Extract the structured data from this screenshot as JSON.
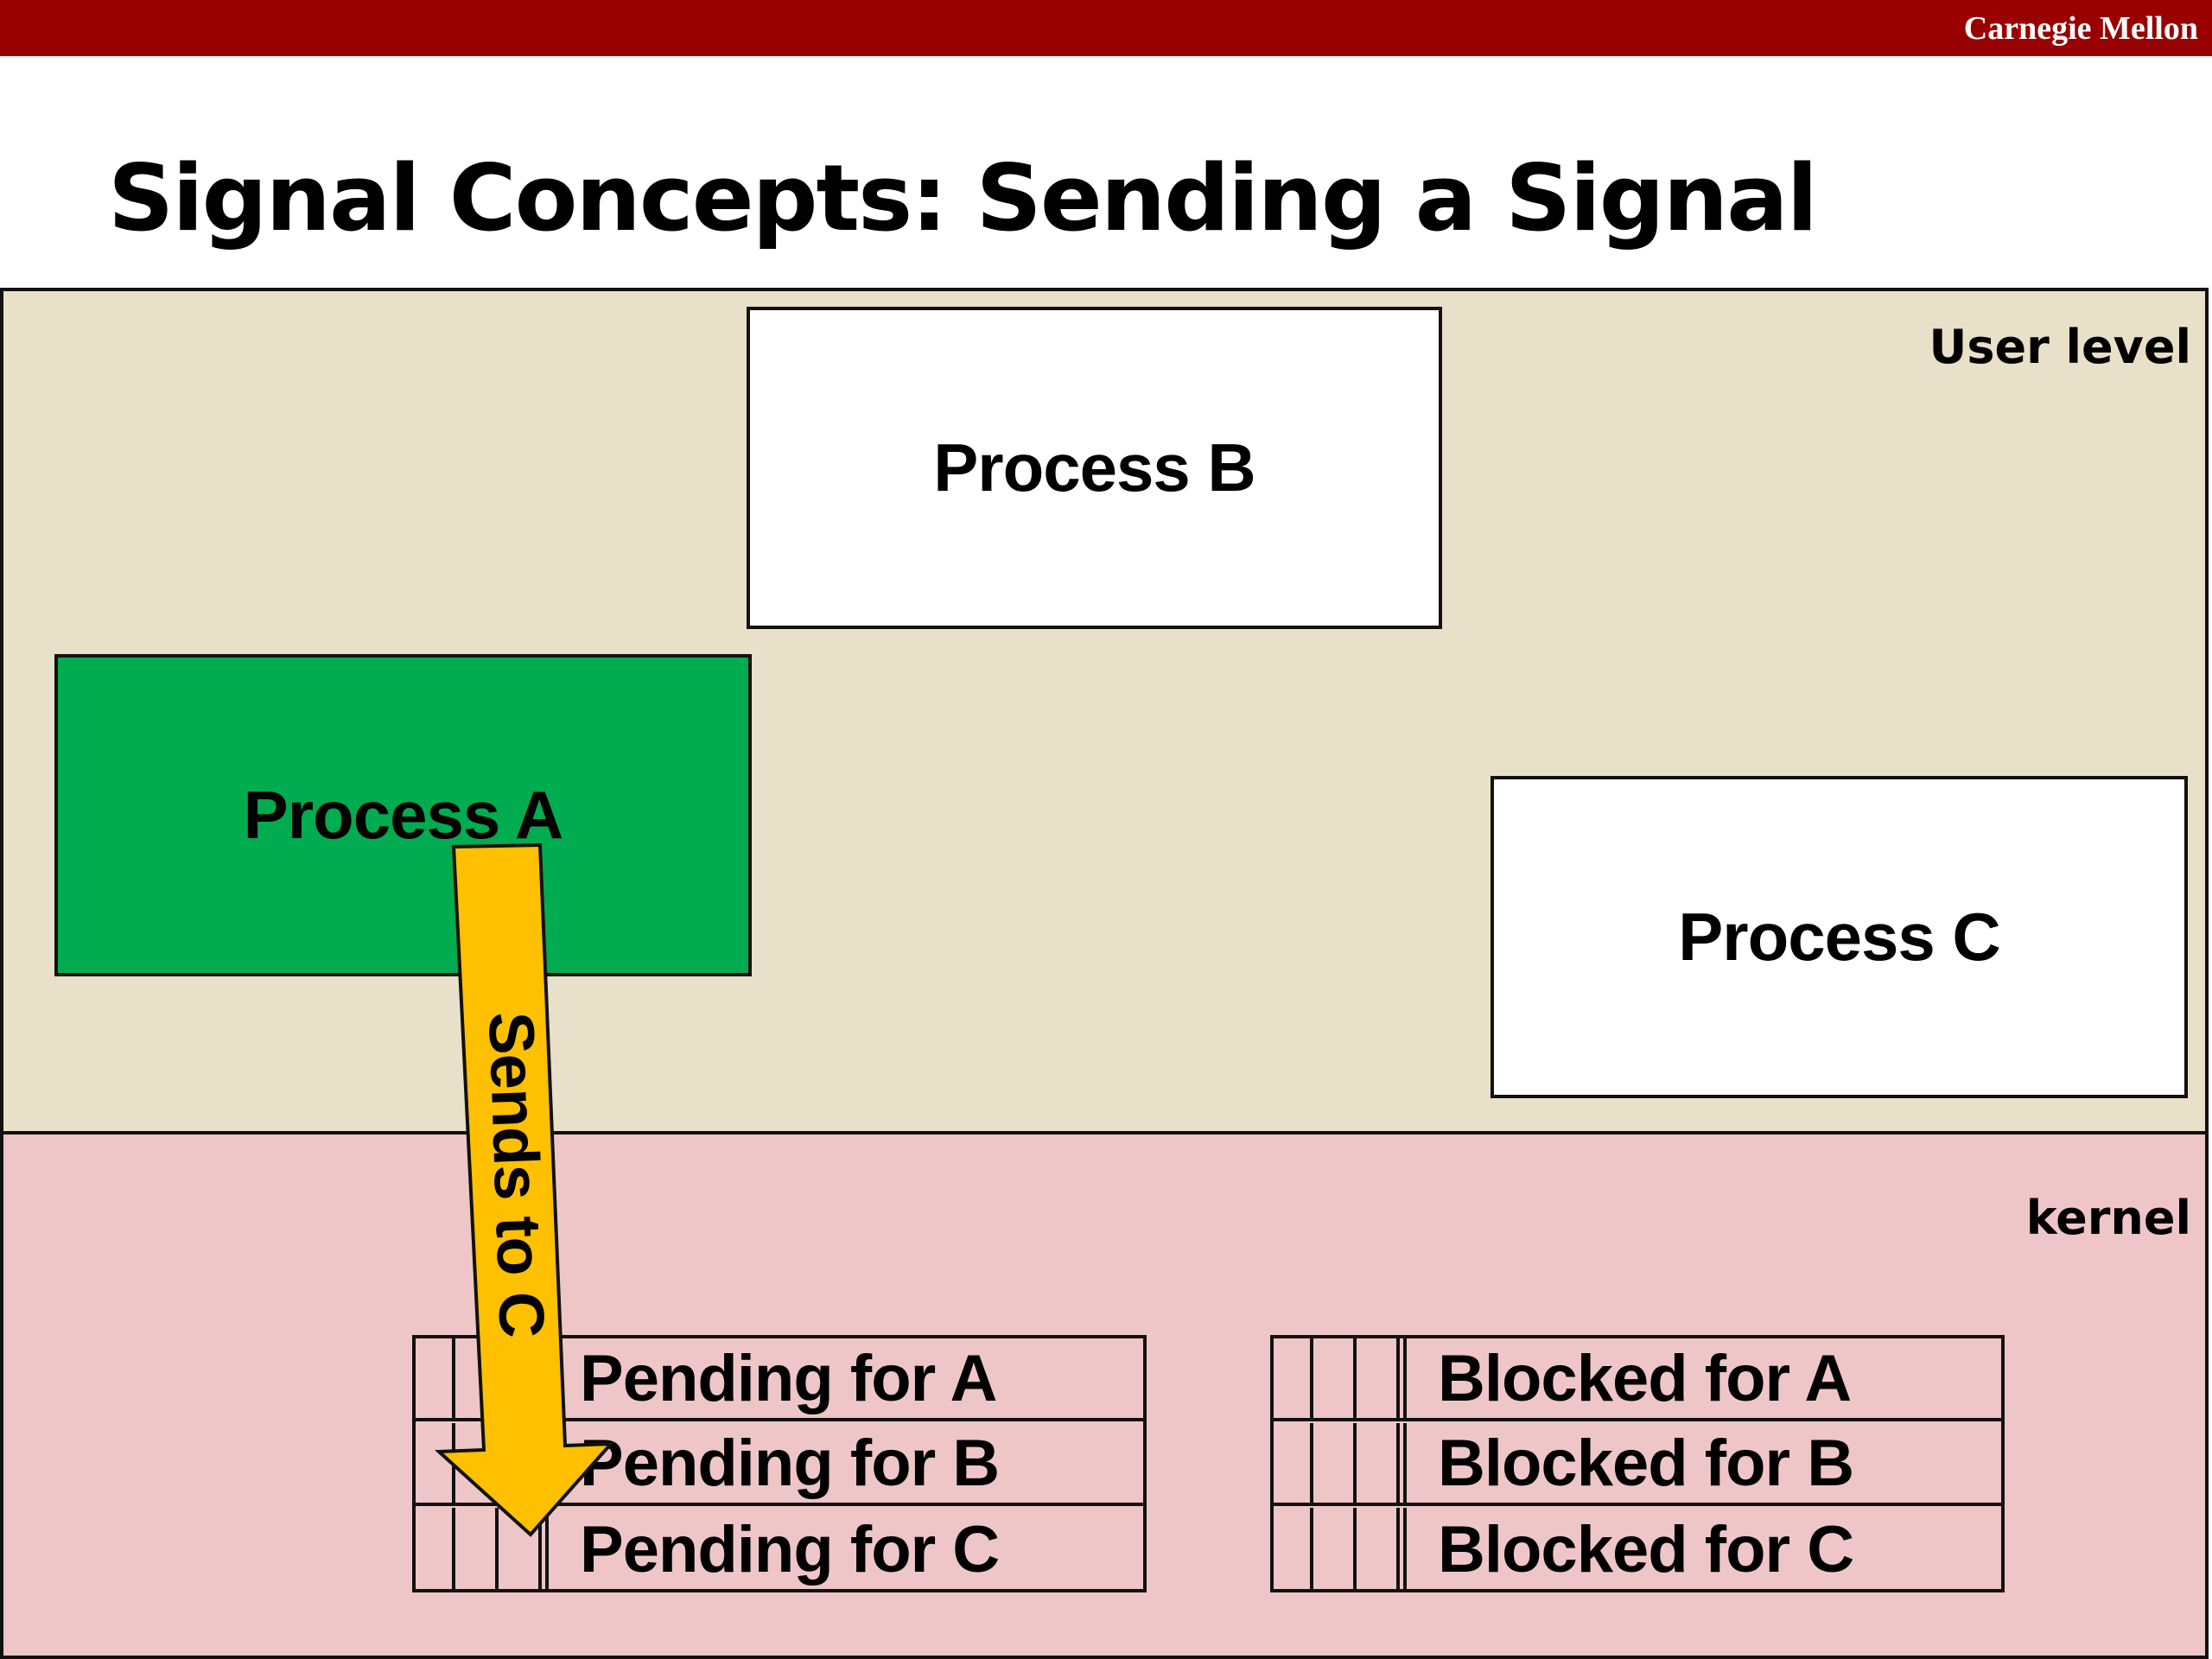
{
  "header": {
    "brand": "Carnegie Mellon"
  },
  "slide": {
    "title": "Signal Concepts: Sending a Signal",
    "user_level_label": "User level",
    "kernel_label": "kernel"
  },
  "processes": {
    "b": "Process B",
    "a": "Process A",
    "c": "Process C"
  },
  "arrow": {
    "label": "Sends to C"
  },
  "pending": [
    "Pending for A",
    "Pending for B",
    "Pending for C"
  ],
  "blocked": [
    "Blocked for A",
    "Blocked for B",
    "Blocked for C"
  ],
  "colors": {
    "header": "#990000",
    "user_level": "#e8e0c8",
    "kernel": "#efc6c8",
    "process_a": "#00ac4f",
    "arrow": "#ffc000"
  }
}
